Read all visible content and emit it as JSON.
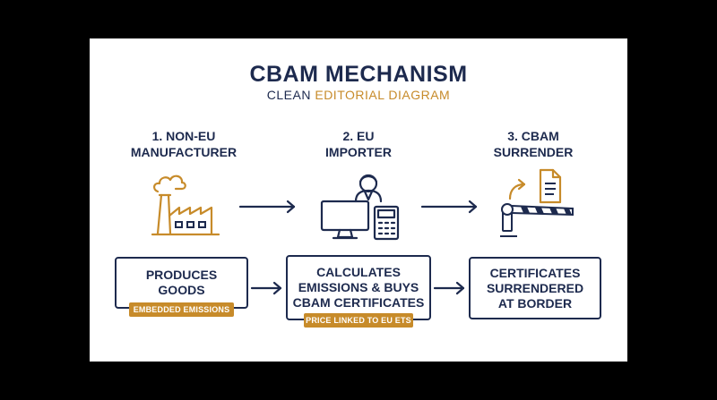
{
  "colors": {
    "navy": "#1d2a4e",
    "gold": "#c78b2a",
    "frame": "#000000",
    "panel": "#ffffff"
  },
  "header": {
    "title": "CBAM MECHANISM",
    "subtitle_prefix": "CLEAN",
    "subtitle_accent": "EDITORIAL DIAGRAM"
  },
  "steps": [
    {
      "title_line1": "1. NON-EU",
      "title_line2": "MANUFACTURER",
      "icon": "factory-icon",
      "box_lines": [
        "PRODUCES",
        "GOODS"
      ],
      "badge": "EMBEDDED EMISSIONS"
    },
    {
      "title_line1": "2. EU",
      "title_line2": "IMPORTER",
      "icon": "importer-computer-calculator-icon",
      "box_lines": [
        "CALCULATES",
        "EMISSIONS & BUYS",
        "CBAM CERTIFICATES"
      ],
      "badge": "PRICE LINKED TO EU ETS"
    },
    {
      "title_line1": "3. CBAM",
      "title_line2": "SURRENDER",
      "icon": "border-barrier-document-icon",
      "box_lines": [
        "CERTIFICATES",
        "SURRENDERED",
        "AT BORDER"
      ],
      "badge": ""
    }
  ]
}
